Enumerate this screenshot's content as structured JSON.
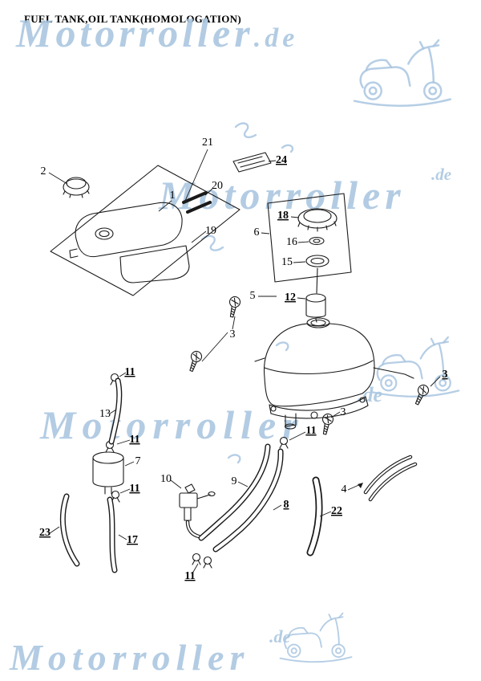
{
  "title": "FUEL TANK,OIL TANK(HOMOLOGATION)",
  "watermark": {
    "brand": "Motorroller",
    "tld": ".de",
    "color": "#a9c6e0"
  },
  "colors": {
    "line": "#1a1a1a",
    "background": "#ffffff"
  },
  "callouts": [
    {
      "label": "2"
    },
    {
      "label": "21"
    },
    {
      "label": "24"
    },
    {
      "label": "1"
    },
    {
      "label": "20"
    },
    {
      "label": "19"
    },
    {
      "label": "18"
    },
    {
      "label": "6"
    },
    {
      "label": "16"
    },
    {
      "label": "15"
    },
    {
      "label": "5"
    },
    {
      "label": "12"
    },
    {
      "label": "3"
    },
    {
      "label": "3"
    },
    {
      "label": "3"
    },
    {
      "label": "11"
    },
    {
      "label": "13"
    },
    {
      "label": "11"
    },
    {
      "label": "11"
    },
    {
      "label": "7"
    },
    {
      "label": "11"
    },
    {
      "label": "10"
    },
    {
      "label": "9"
    },
    {
      "label": "8"
    },
    {
      "label": "4"
    },
    {
      "label": "22"
    },
    {
      "label": "23"
    },
    {
      "label": "17"
    },
    {
      "label": "11"
    }
  ]
}
